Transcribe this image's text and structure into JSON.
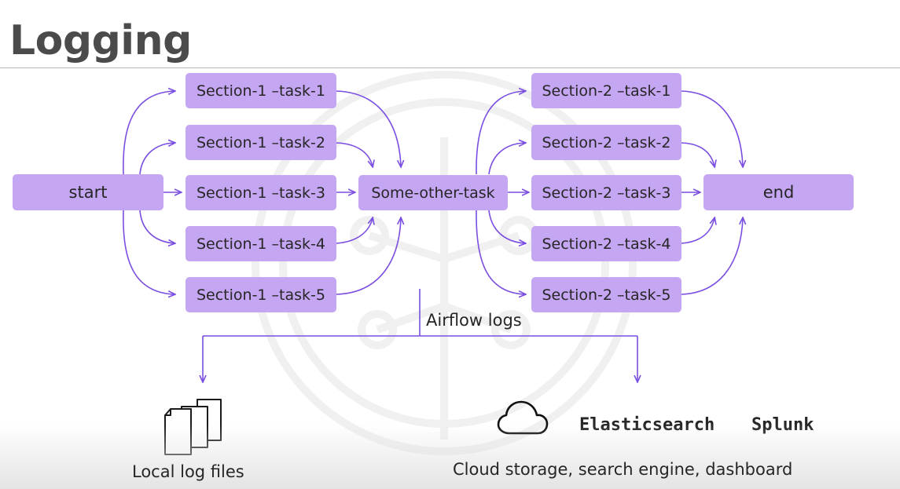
{
  "title": "Logging",
  "nodes": {
    "start": "start",
    "s1t1": "Section-1 –task-1",
    "s1t2": "Section-1 –task-2",
    "s1t3": "Section-1 –task-3",
    "s1t4": "Section-1 –task-4",
    "s1t5": "Section-1 –task-5",
    "other": "Some-other-task",
    "s2t1": "Section-2 –task-1",
    "s2t2": "Section-2 –task-2",
    "s2t3": "Section-2 –task-3",
    "s2t4": "Section-2 –task-4",
    "s2t5": "Section-2 –task-5",
    "end": "end"
  },
  "logs_label": "Airflow logs",
  "destinations": {
    "local": {
      "caption": "Local log files",
      "icon": "files-icon"
    },
    "cloud": {
      "caption": "Cloud storage, search engine, dashboard",
      "icon": "cloud-icon",
      "elasticsearch": "Elasticsearch",
      "splunk": "Splunk"
    }
  },
  "colors": {
    "node": "#c5a6f2",
    "edge": "#7a4ee0",
    "title": "#4b4b4b"
  }
}
